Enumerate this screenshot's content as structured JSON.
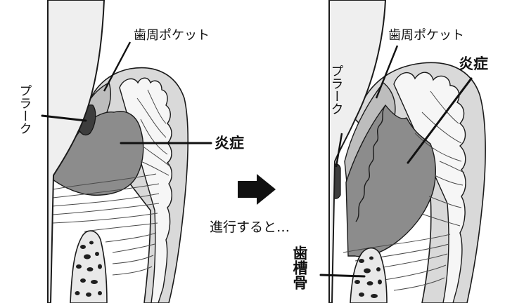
{
  "figure": {
    "left_panel": {
      "labels": {
        "pocket": "歯周ポケット",
        "plaque": "プラーク",
        "inflammation": "炎症"
      }
    },
    "transition": {
      "caption": "進行すると…"
    },
    "right_panel": {
      "labels": {
        "pocket": "歯周ポケット",
        "plaque": "プラーク",
        "inflammation": "炎症",
        "alveolar_bone": "歯槽骨"
      }
    }
  }
}
